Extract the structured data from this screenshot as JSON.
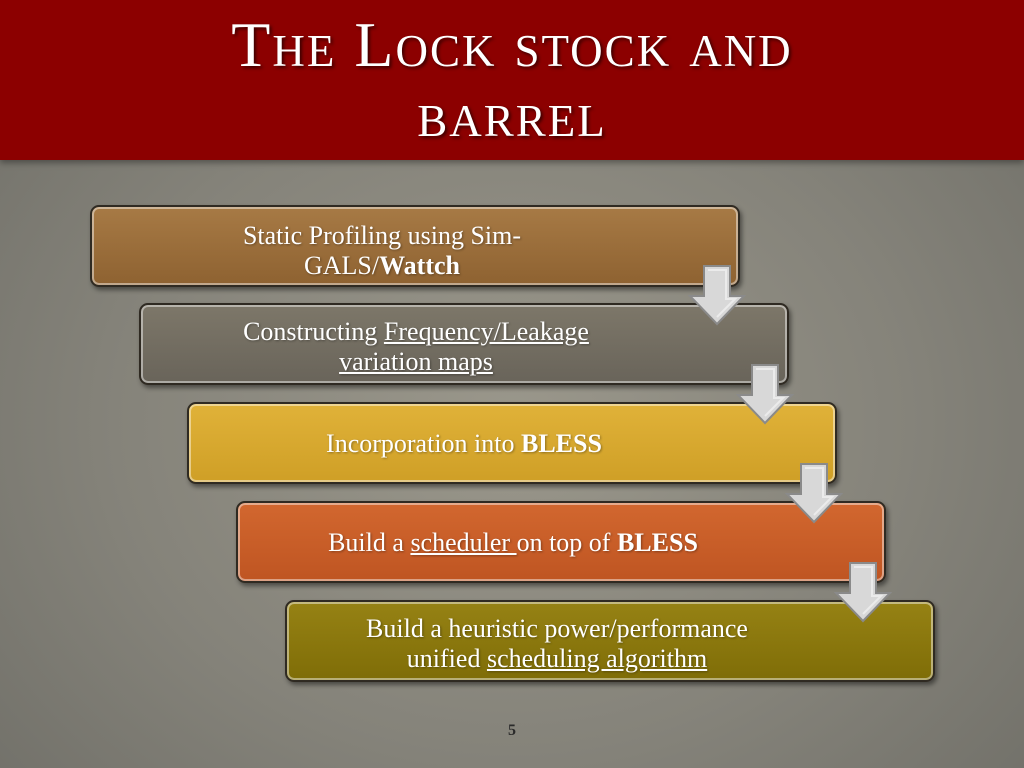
{
  "slide": {
    "title_line1": "The Lock stock and",
    "title_line2": "barrel",
    "page_number": "5"
  },
  "steps": [
    {
      "parts": [
        "Static Profiling using Sim-",
        "GALS/",
        "Wattch"
      ]
    },
    {
      "parts": [
        "Constructing ",
        "Frequency/Leakage",
        "variation maps"
      ]
    },
    {
      "parts": [
        "Incorporation into ",
        "BLESS"
      ]
    },
    {
      "parts": [
        "Build a ",
        "scheduler ",
        "on top of ",
        "BLESS"
      ]
    },
    {
      "parts": [
        "Build a heuristic power/performance",
        "unified ",
        "scheduling algorithm"
      ]
    }
  ],
  "colors": {
    "title_bar": "#8c0000",
    "step1": "#9c6f3d",
    "step2": "#746f63",
    "step3": "#d9aa30",
    "step4": "#c95e28",
    "step5": "#8b780d",
    "arrow": "#d8d8d8"
  },
  "icons": {
    "connector": "down-arrow-icon"
  }
}
